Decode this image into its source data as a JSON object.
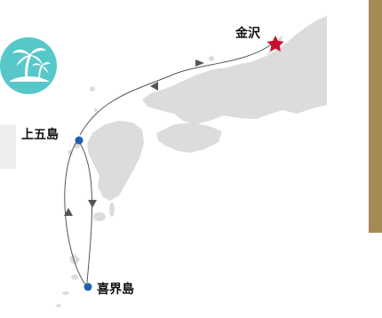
{
  "colors": {
    "land": "#dcdcdc",
    "land_edge": "#f4f4f4",
    "route": "#555555",
    "stop_marker": "#1f5fae",
    "destination_marker": "#c8102e",
    "accent_bar": "#a48a55",
    "badge": "#57c8c9"
  },
  "icons": {
    "badge": "palm-island-icon",
    "destination": "star-icon",
    "stops": "dot-marker-icon"
  },
  "places": {
    "destination": "金沢",
    "stop_1": "上五島",
    "stop_2": "喜界島"
  }
}
